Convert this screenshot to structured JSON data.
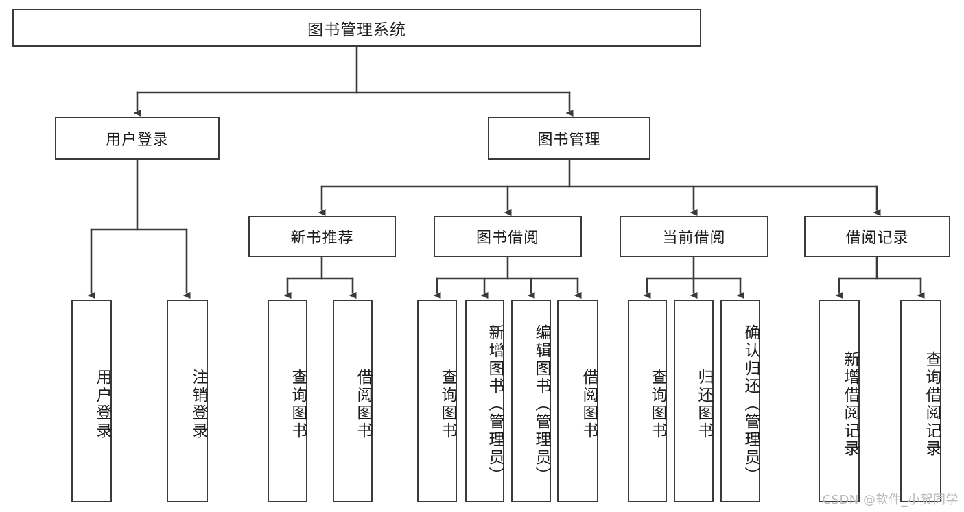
{
  "diagram": {
    "type": "tree",
    "title": "图书管理系统",
    "watermark": "CSDN @软件_小贺同学",
    "nodes": {
      "root": {
        "label": "图书管理系统",
        "level": 1,
        "orientation": "horizontal"
      },
      "l2": [
        {
          "id": "user-login",
          "label": "用户登录",
          "level": 2,
          "orientation": "horizontal"
        },
        {
          "id": "book-manage",
          "label": "图书管理",
          "level": 2,
          "orientation": "horizontal"
        }
      ],
      "l3": [
        {
          "id": "new-book-rec",
          "label": "新书推荐",
          "level": 3,
          "orientation": "horizontal"
        },
        {
          "id": "book-borrow",
          "label": "图书借阅",
          "level": 3,
          "orientation": "horizontal"
        },
        {
          "id": "current-borrow",
          "label": "当前借阅",
          "level": 3,
          "orientation": "horizontal"
        },
        {
          "id": "borrow-record",
          "label": "借阅记录",
          "level": 3,
          "orientation": "horizontal"
        }
      ],
      "leaves": [
        {
          "id": "leaf-user-login",
          "label": "用户登录",
          "parent": "user-login"
        },
        {
          "id": "leaf-logout",
          "label": "注销登录",
          "parent": "user-login"
        },
        {
          "id": "leaf-query-book-1",
          "label": "查询图书",
          "parent": "new-book-rec"
        },
        {
          "id": "leaf-borrow-book-1",
          "label": "借阅图书",
          "parent": "new-book-rec"
        },
        {
          "id": "leaf-query-book-2",
          "label": "查询图书",
          "parent": "book-borrow"
        },
        {
          "id": "leaf-add-book",
          "label": "新增图书（管理员）",
          "parent": "book-borrow"
        },
        {
          "id": "leaf-edit-book",
          "label": "编辑图书（管理员）",
          "parent": "book-borrow"
        },
        {
          "id": "leaf-borrow-book-2",
          "label": "借阅图书",
          "parent": "book-borrow"
        },
        {
          "id": "leaf-query-book-3",
          "label": "查询图书",
          "parent": "current-borrow"
        },
        {
          "id": "leaf-return-book",
          "label": "归还图书",
          "parent": "current-borrow"
        },
        {
          "id": "leaf-confirm-return",
          "label": "确认归还（管理员）",
          "parent": "current-borrow"
        },
        {
          "id": "leaf-add-record",
          "label": "新增借阅记录",
          "parent": "borrow-record"
        },
        {
          "id": "leaf-query-record",
          "label": "查询借阅记录",
          "parent": "borrow-record"
        }
      ]
    },
    "colors": {
      "border": "#3a3a3a",
      "text": "#1c1c1c",
      "background": "#ffffff",
      "watermark": "#b9b9b9"
    }
  }
}
